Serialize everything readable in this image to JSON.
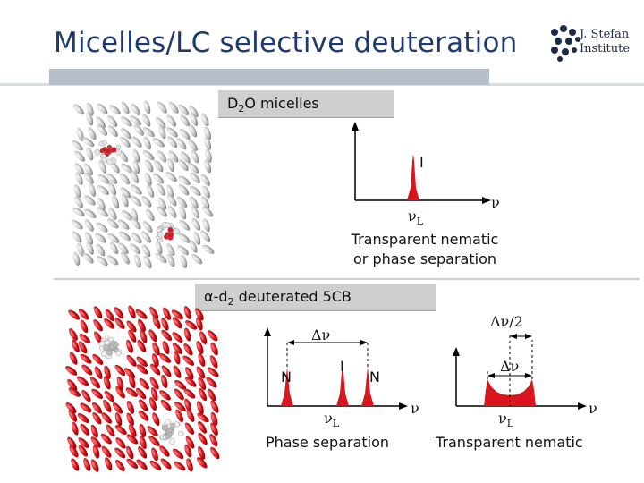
{
  "title": "Micelles/LC selective deuteration",
  "logo": {
    "line1": "J. Stefan",
    "line2": "Institute",
    "icon": "institute-dots-logo"
  },
  "panel_top": {
    "header": {
      "prefix": "D",
      "sub": "2",
      "suffix": "O micelles"
    },
    "peak_label": "I",
    "nu_L_base": "ν",
    "nu_L_sub": "L",
    "nu_axis": "ν",
    "caption_line1": "Transparent nematic",
    "caption_line2": "or phase separation"
  },
  "panel_bottom": {
    "header": {
      "prefix": "α-d",
      "sub": "2",
      "suffix": " deuterated 5CB"
    },
    "left": {
      "delta_nu": "Δν",
      "left_peak": "N",
      "center_peak": "I",
      "right_peak": "N",
      "nu_L_base": "ν",
      "nu_L_sub": "L",
      "nu_axis": "ν",
      "caption": "Phase separation"
    },
    "right": {
      "half_splitting": "Δν/2",
      "delta_nu": "Δν",
      "nu_L_base": "ν",
      "nu_L_sub": "L",
      "nu_axis": "ν",
      "caption": "Transparent nematic"
    }
  },
  "colors": {
    "title": "#1f3a6e",
    "red": "#d9151d",
    "grey_ellipse": "#c8c8c8"
  }
}
